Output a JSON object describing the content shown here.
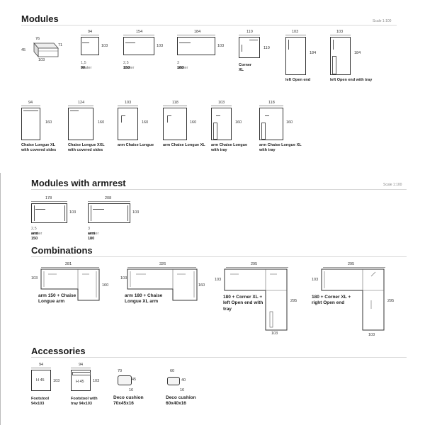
{
  "sections": {
    "modules": {
      "title": "Modules",
      "scale": "Scale 1:100"
    },
    "modules_armrest": {
      "title": "Modules with armrest",
      "scale": "Scale 1:100"
    },
    "combinations": {
      "title": "Combinations"
    },
    "accessories": {
      "title": "Accessories"
    }
  },
  "modules": [
    {
      "w": "76",
      "d": "71",
      "h": "45",
      "bot": "103"
    },
    {
      "top": "94",
      "side": "103",
      "sub": "1,5 seater",
      "name": "90"
    },
    {
      "top": "154",
      "side": "103",
      "sub": "2,5 seater",
      "name": "150"
    },
    {
      "top": "184",
      "side": "103",
      "sub": "3 seater",
      "name": "180"
    },
    {
      "top": "110",
      "side": "110",
      "name": "Corner XL"
    },
    {
      "top": "103",
      "side": "184",
      "name": "left Open end"
    },
    {
      "top": "103",
      "side": "184",
      "name": "left Open end with tray"
    },
    {
      "top": "94",
      "side": "160",
      "name": "Chaise Longue XL with covered sides"
    },
    {
      "top": "124",
      "side": "160",
      "name": "Chaise Longue XXL with covered sides"
    },
    {
      "top": "103",
      "side": "160",
      "name": "arm Chaise Longue"
    },
    {
      "top": "118",
      "side": "160",
      "name": "arm Chaise Longue XL"
    },
    {
      "top": "103",
      "side": "160",
      "name": "arm Chaise Longue with tray"
    },
    {
      "top": "118",
      "side": "160",
      "name": "arm Chaise Longue XL with tray"
    }
  ],
  "armrest": [
    {
      "top": "178",
      "side": "103",
      "sub": "2,5 seater",
      "name": "arm 150"
    },
    {
      "top": "208",
      "side": "103",
      "sub": "3 seater",
      "name": "arm 180"
    }
  ],
  "combinations": [
    {
      "top": "281",
      "left": "103",
      "right": "160",
      "name": "arm 150 + Chaise Longue arm"
    },
    {
      "top": "326",
      "left": "103",
      "right": "160",
      "name": "arm 180 + Chaise Longue XL arm"
    },
    {
      "top": "295",
      "left": "103",
      "right": "295",
      "bot": "103",
      "name": "180 + Corner XL + left Open end with tray"
    },
    {
      "top": "295",
      "left": "103",
      "right": "295",
      "bot": "103",
      "name": "180 + Corner XL + right Open end"
    }
  ],
  "accessories": [
    {
      "top": "94",
      "side": "103",
      "inner": "H 45",
      "name": "Footstool 94x103"
    },
    {
      "top": "94",
      "side": "103",
      "inner": "H 45",
      "name": "Footstool with tray 94x103"
    },
    {
      "top": "70",
      "side": "45",
      "depth": "16",
      "name": "Deco cushion 70x45x16"
    },
    {
      "top": "60",
      "side": "40",
      "depth": "16",
      "name": "Deco cushion 60x40x16"
    }
  ]
}
